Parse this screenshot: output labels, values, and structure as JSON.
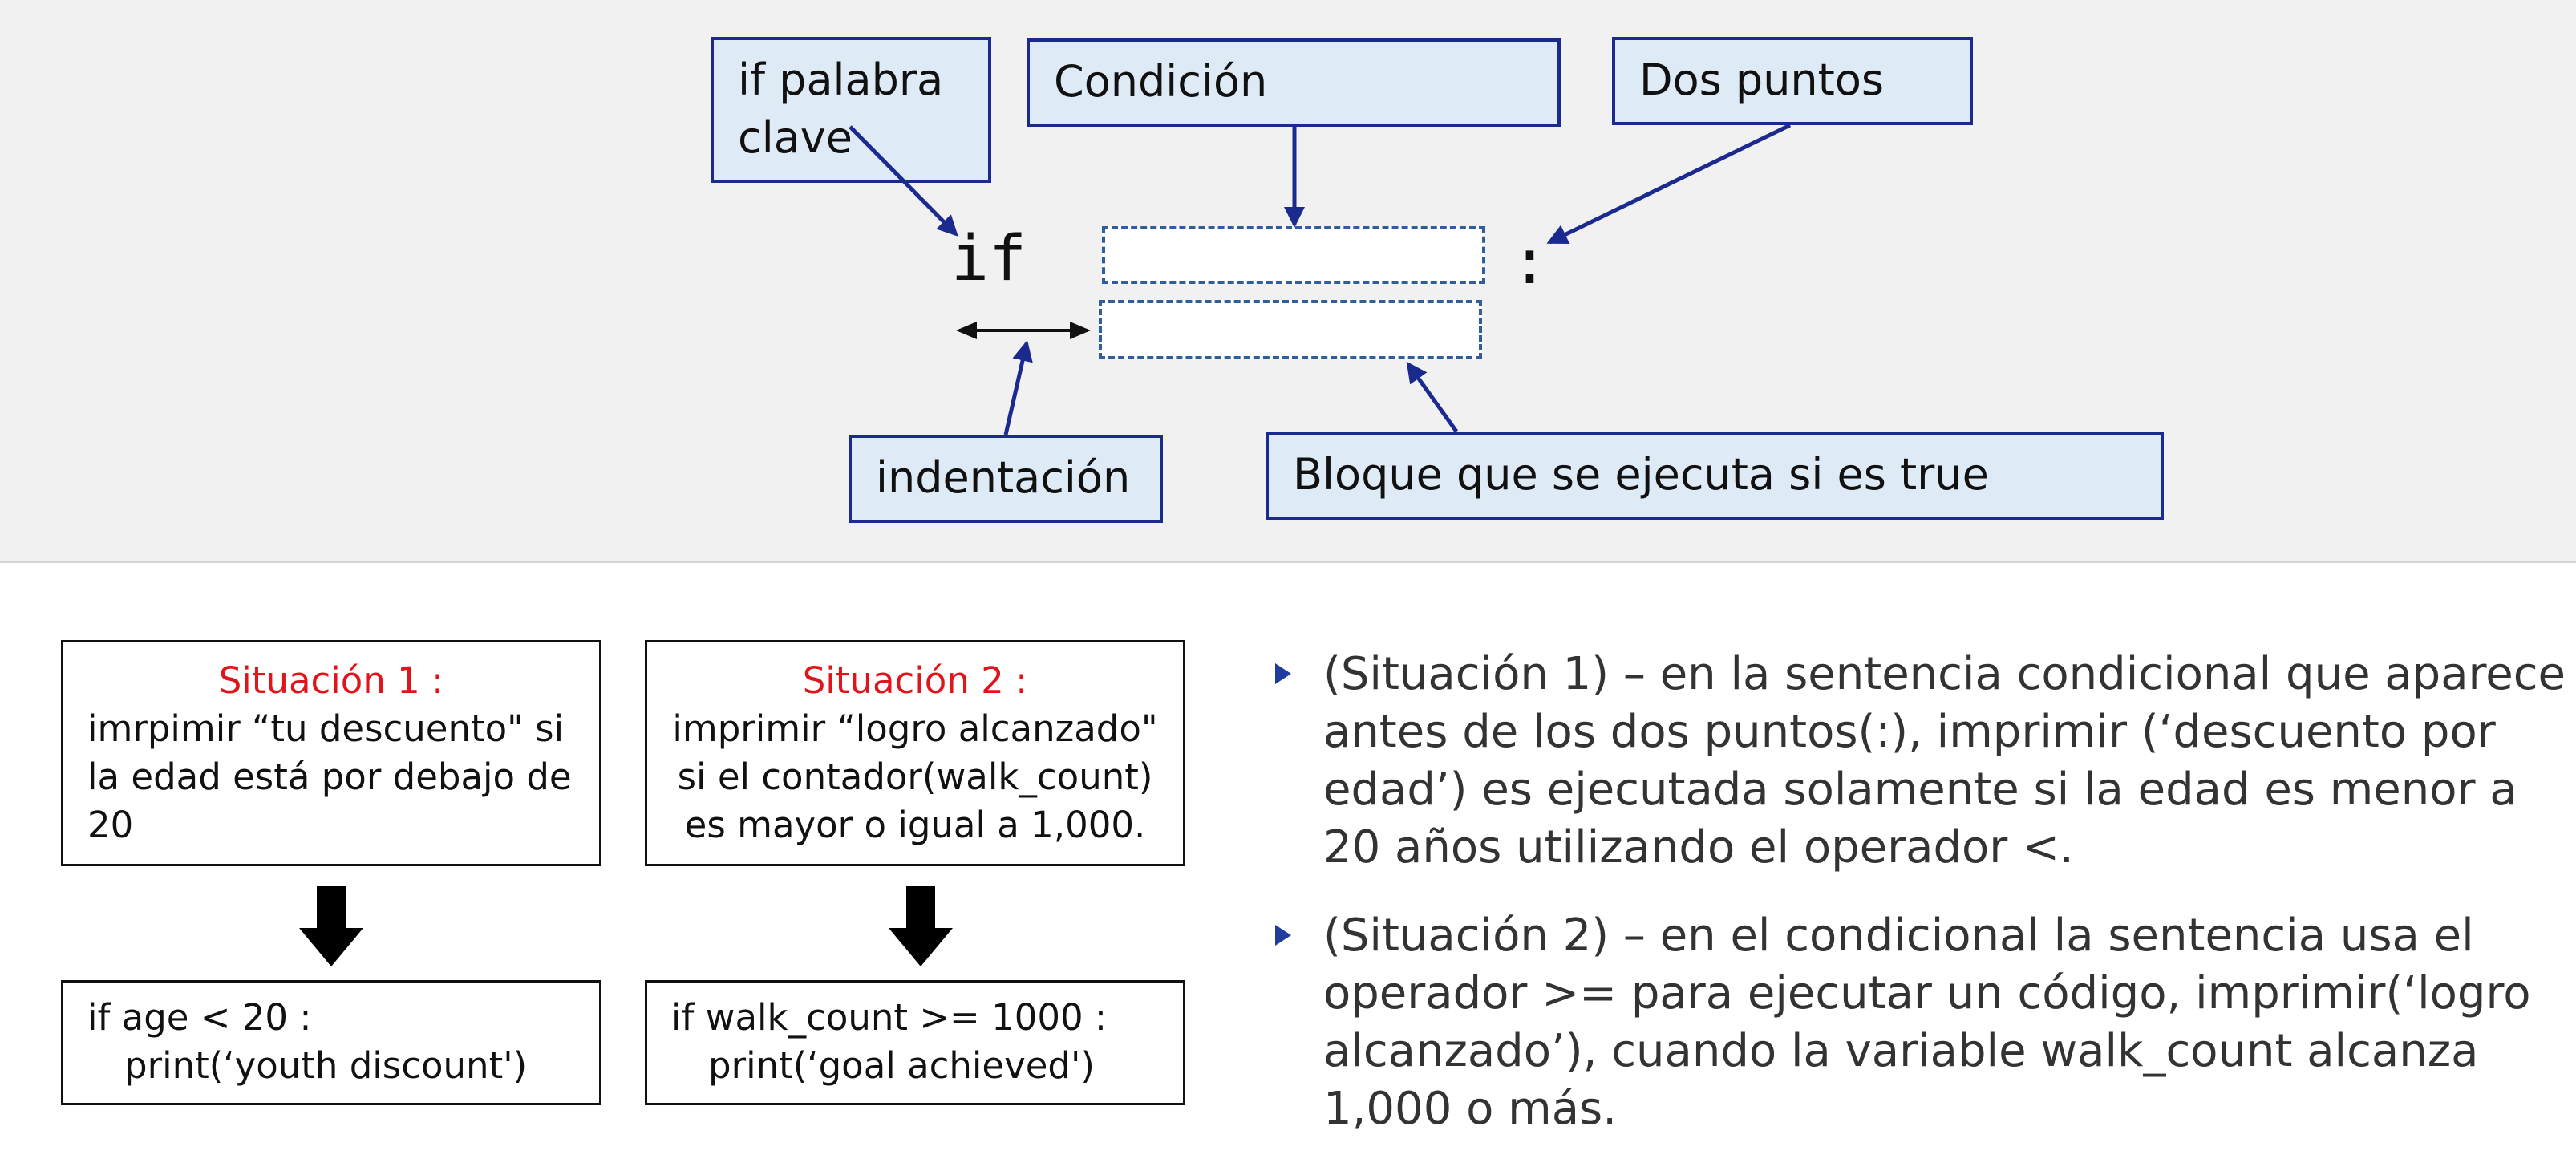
{
  "syntax_diagram": {
    "keyword_callout": "if palabra clave",
    "condition_callout": "Condición",
    "colon_callout": "Dos puntos",
    "indent_callout": "indentación",
    "block_callout": "Bloque que se ejecuta si es true",
    "code_keyword": "if",
    "code_colon": ":"
  },
  "situations": [
    {
      "title": "Situación 1 :",
      "description": "imrpimir “tu descuento\" si la edad está por debajo de 20",
      "code_line1": "if age < 20 :",
      "code_line2": "print(‘youth discount')"
    },
    {
      "title": "Situación 2 :",
      "description": "imprimir “logro alcanzado\" si el contador(walk_count) es mayor o igual a 1,000.",
      "code_line1": "if walk_count >= 1000 :",
      "code_line2": "print(‘goal achieved')"
    }
  ],
  "explanations": [
    "(Situación 1) – en la sentencia condicional que aparece antes de los dos puntos(:), imprimir (‘descuento por edad’) es ejecutada solamente si la edad es menor a 20 años utilizando el operador <.",
    "(Situación 2) – en el condicional la sentencia usa el operador  >= para ejecutar un código, imprimir(‘logro alcanzado’), cuando la variable walk_count alcanza 1,000 o más."
  ],
  "colors": {
    "callout_fill": "#deeaf6",
    "callout_border": "#1a2a8f",
    "highlight_red": "#e0151b",
    "bullet_blue": "#1f3c9e"
  }
}
